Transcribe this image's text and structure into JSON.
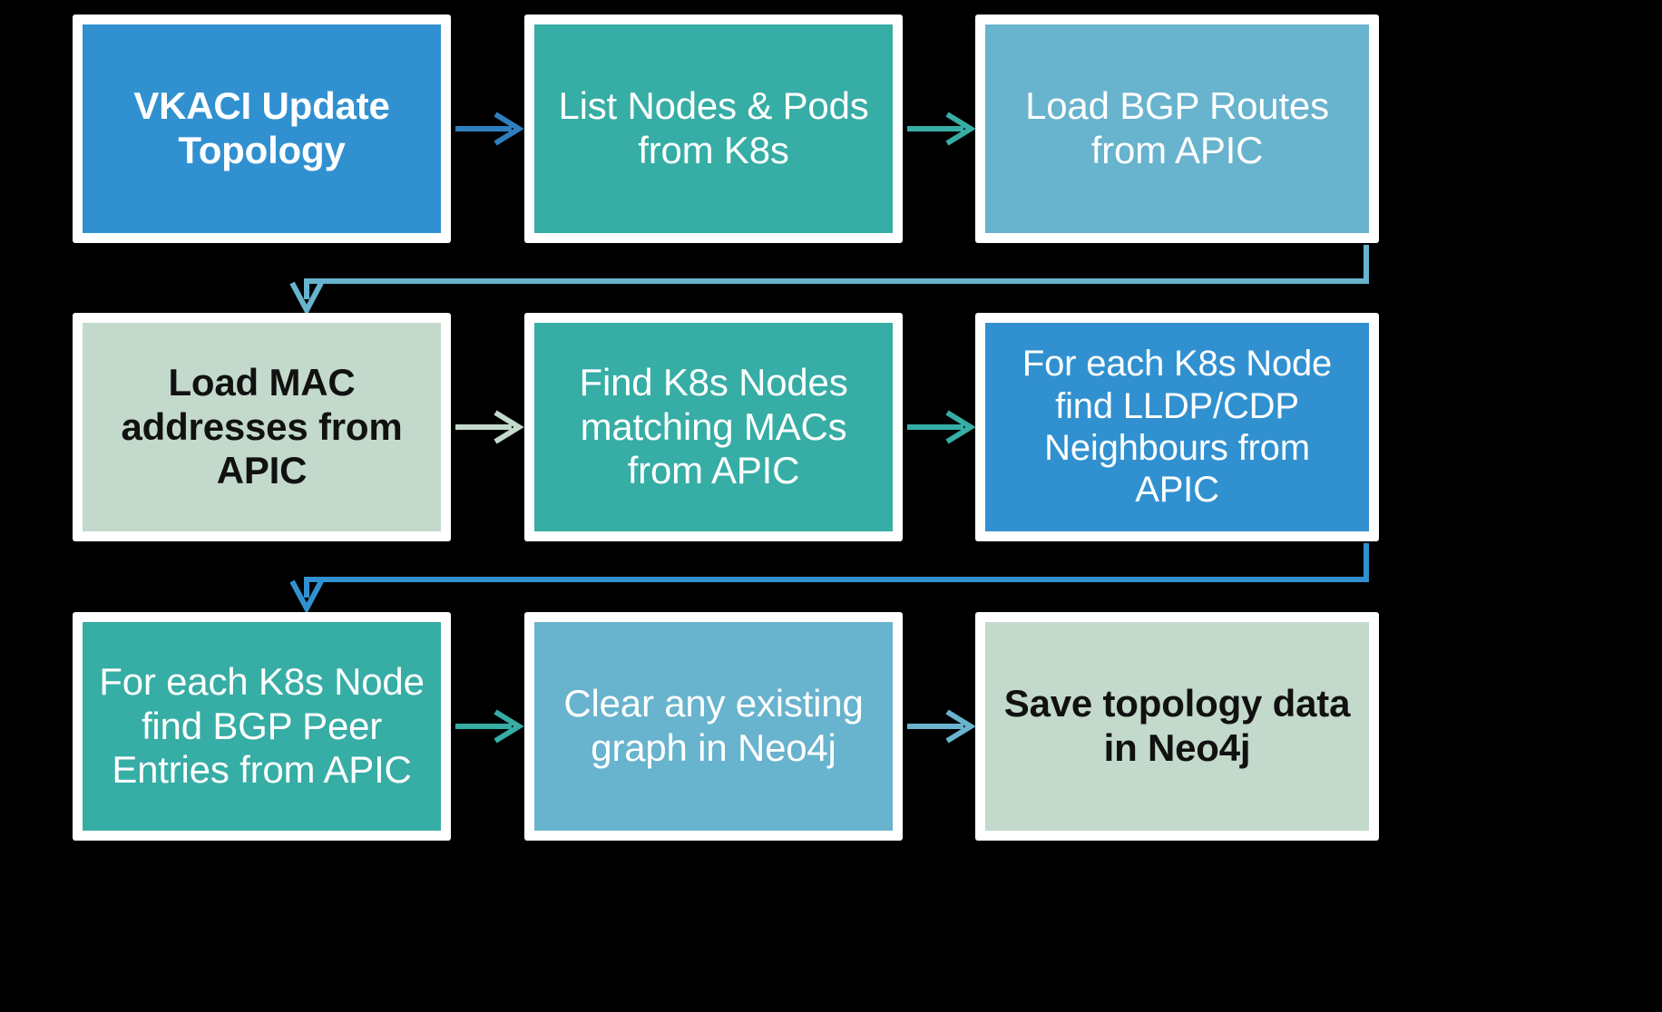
{
  "diagram": {
    "title": "VKACI Update Topology flow",
    "background_color": "#000000",
    "palette": {
      "blue": "#3191d0",
      "teal": "#36ada5",
      "light_blue": "#68b3cd",
      "sage": "#c3d9cc",
      "box_border": "#ffffff",
      "text_light": "#ffffff",
      "text_dark": "#111111"
    }
  },
  "nodes": [
    {
      "id": "vkaci-update-topology",
      "label": "VKACI Update\nTopology",
      "fill": "blue",
      "text_style": "white-bold",
      "row": 1,
      "col": 1
    },
    {
      "id": "list-nodes-pods-k8s",
      "label": "List Nodes & Pods\nfrom K8s",
      "fill": "teal",
      "text_style": "white",
      "row": 1,
      "col": 2
    },
    {
      "id": "load-bgp-routes-apic",
      "label": "Load BGP Routes\nfrom APIC",
      "fill": "light_blue",
      "text_style": "white",
      "row": 1,
      "col": 3
    },
    {
      "id": "load-mac-addresses-apic",
      "label": "Load MAC\naddresses from\nAPIC",
      "fill": "sage",
      "text_style": "dark-bold",
      "row": 2,
      "col": 1
    },
    {
      "id": "find-k8s-nodes-matching-macs",
      "label": "Find K8s Nodes\nmatching MACs\nfrom APIC",
      "fill": "teal",
      "text_style": "white",
      "row": 2,
      "col": 2
    },
    {
      "id": "find-lldp-cdp-neighbours",
      "label": "For each K8s Node\nfind LLDP/CDP\nNeighbours from\nAPIC",
      "fill": "blue",
      "text_style": "white",
      "row": 2,
      "col": 3
    },
    {
      "id": "find-bgp-peer-entries",
      "label": "For each K8s Node\nfind BGP Peer\nEntries from APIC",
      "fill": "teal",
      "text_style": "white",
      "row": 3,
      "col": 1
    },
    {
      "id": "clear-existing-graph-neo4j",
      "label": "Clear any existing\ngraph in Neo4j",
      "fill": "light_blue",
      "text_style": "white",
      "row": 3,
      "col": 2
    },
    {
      "id": "save-topology-data-neo4j",
      "label": "Save topology data\nin Neo4j",
      "fill": "sage",
      "text_style": "dark-bold",
      "row": 3,
      "col": 3
    }
  ],
  "connectors": [
    {
      "id": "c1",
      "from": "vkaci-update-topology",
      "to": "list-nodes-pods-k8s",
      "kind": "arrow-right",
      "color": "#2f7fbe"
    },
    {
      "id": "c2",
      "from": "list-nodes-pods-k8s",
      "to": "load-bgp-routes-apic",
      "kind": "arrow-right",
      "color": "#36ada5"
    },
    {
      "id": "c3",
      "from": "load-bgp-routes-apic",
      "to": "load-mac-addresses-apic",
      "kind": "elbow-wrap",
      "color": "#68b3cd"
    },
    {
      "id": "c4",
      "from": "load-mac-addresses-apic",
      "to": "find-k8s-nodes-matching-macs",
      "kind": "arrow-right",
      "color": "#c3d9cc"
    },
    {
      "id": "c5",
      "from": "find-k8s-nodes-matching-macs",
      "to": "find-lldp-cdp-neighbours",
      "kind": "arrow-right",
      "color": "#36ada5"
    },
    {
      "id": "c6",
      "from": "find-lldp-cdp-neighbours",
      "to": "find-bgp-peer-entries",
      "kind": "elbow-wrap",
      "color": "#3191d0"
    },
    {
      "id": "c7",
      "from": "find-bgp-peer-entries",
      "to": "clear-existing-graph-neo4j",
      "kind": "arrow-right",
      "color": "#36ada5"
    },
    {
      "id": "c8",
      "from": "clear-existing-graph-neo4j",
      "to": "save-topology-data-neo4j",
      "kind": "arrow-right",
      "color": "#68b3cd"
    }
  ]
}
